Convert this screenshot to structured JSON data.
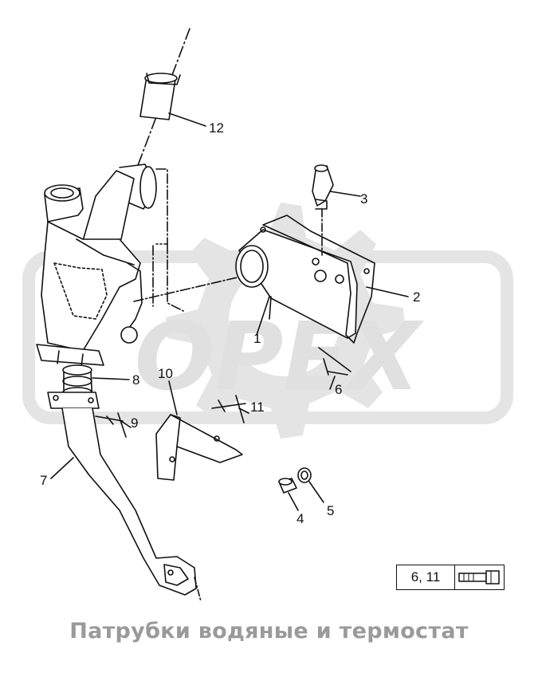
{
  "watermark": {
    "text": "OPEX",
    "color": "#d6d6d6"
  },
  "callouts": [
    {
      "id": "1",
      "text": "1"
    },
    {
      "id": "2",
      "text": "2"
    },
    {
      "id": "3",
      "text": "3"
    },
    {
      "id": "4",
      "text": "4"
    },
    {
      "id": "5",
      "text": "5"
    },
    {
      "id": "6",
      "text": "6"
    },
    {
      "id": "7",
      "text": "7"
    },
    {
      "id": "8",
      "text": "8"
    },
    {
      "id": "9",
      "text": "9"
    },
    {
      "id": "10",
      "text": "10"
    },
    {
      "id": "11",
      "text": "11"
    },
    {
      "id": "12",
      "text": "12"
    }
  ],
  "legend": {
    "text": "6, 11",
    "icon": "bolt-icon"
  },
  "title": "Патрубки водяные и термостат"
}
